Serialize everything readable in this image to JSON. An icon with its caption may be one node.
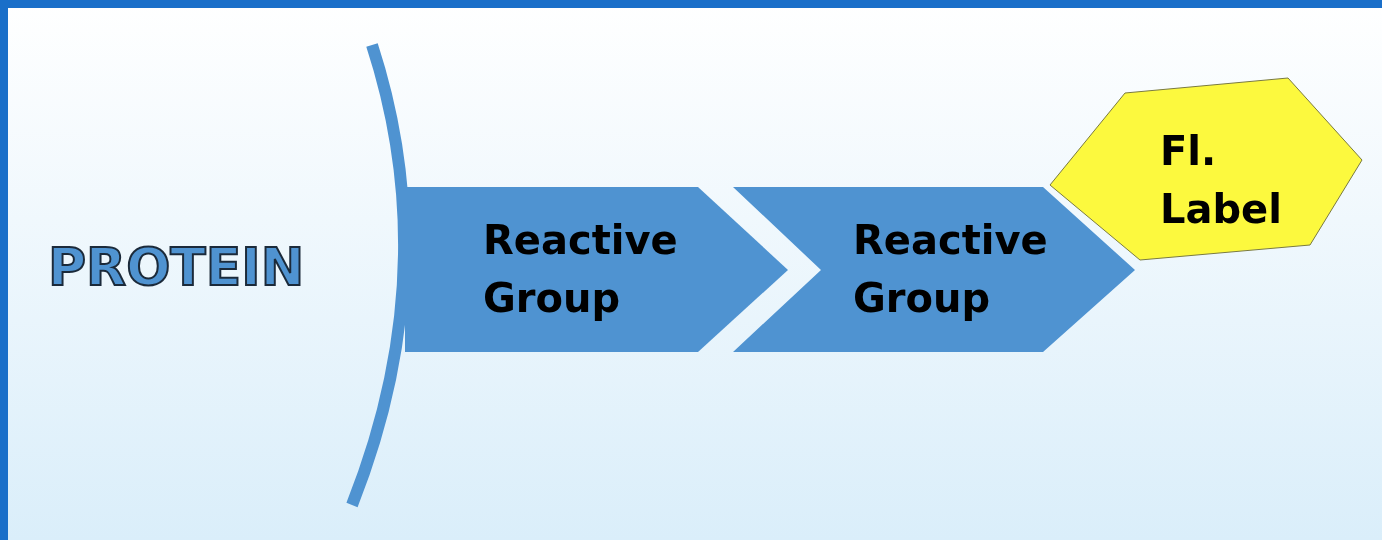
{
  "diagram": {
    "nodes": [
      {
        "text": [
          "PROTEIN"
        ]
      },
      {
        "text": [
          "Reactive Group"
        ]
      },
      {
        "text": [
          "Reactive Group"
        ]
      },
      {
        "text": [
          "Fl. Label"
        ]
      }
    ]
  }
}
